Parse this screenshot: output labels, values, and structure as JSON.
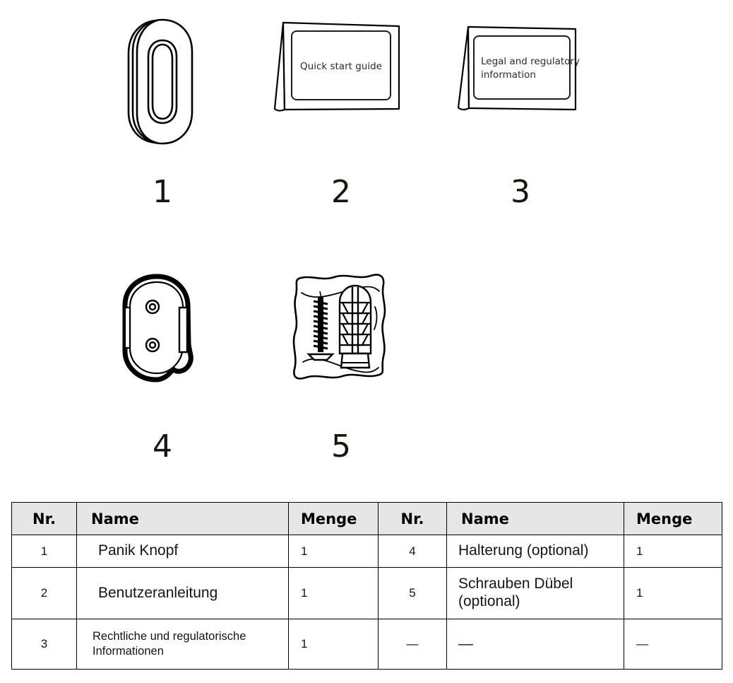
{
  "illustrations": {
    "items": [
      {
        "number": "1",
        "icon": "panic-button-icon",
        "label": ""
      },
      {
        "number": "2",
        "icon": "quick-start-guide-booklet-icon",
        "label": "Quick start guide"
      },
      {
        "number": "3",
        "icon": "legal-regulatory-booklet-icon",
        "label_line1": "Legal and regulatory",
        "label_line2": "information"
      },
      {
        "number": "4",
        "icon": "mounting-bracket-icon",
        "label": ""
      },
      {
        "number": "5",
        "icon": "screws-and-anchors-bag-icon",
        "label": ""
      }
    ]
  },
  "table": {
    "headers": [
      "Nr.",
      "Name",
      "Menge",
      "Nr.",
      "Name",
      "Menge"
    ],
    "rows": [
      {
        "nr": "1",
        "name": "Panik Knopf",
        "menge": "1",
        "nr2": "4",
        "name2": "Halterung (optional)",
        "menge2": "1"
      },
      {
        "nr": "2",
        "name": "Benutzeranleitung",
        "menge": "1",
        "nr2": "5",
        "name2": "Schrauben Dübel (optional)",
        "menge2": "1"
      },
      {
        "nr": "3",
        "name": "Rechtliche und regulatorische Informationen",
        "menge": "1",
        "nr2": "—",
        "name2": "—",
        "menge2": "—"
      }
    ]
  },
  "colors": {
    "header_background": "#e6e6e6",
    "border": "#000000",
    "text": "#151515",
    "line_art": "#000000",
    "page_background": "#ffffff"
  }
}
